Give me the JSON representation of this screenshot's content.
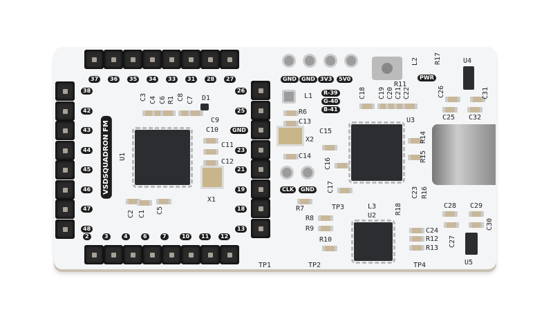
{
  "board_name": "VSDSQUADRON FM",
  "header_top": [
    "37",
    "36",
    "35",
    "34",
    "33",
    "31",
    "28",
    "27"
  ],
  "header_left": [
    "38",
    "42",
    "43",
    "44",
    "45",
    "46",
    "47",
    "48"
  ],
  "header_right": [
    "26",
    "25",
    "GND",
    "23",
    "21",
    "19",
    "18",
    "13"
  ],
  "header_bottom": [
    "2",
    "3",
    "4",
    "6",
    "7",
    "10",
    "11",
    "12"
  ],
  "power_pads": [
    "GND",
    "GND",
    "3V3",
    "5V0"
  ],
  "pwr_label": "PWR",
  "rgb_labels": [
    "R-39",
    "G-40",
    "B-41"
  ],
  "clk_pads": [
    "CLK",
    "GND"
  ],
  "silkscreen": [
    "U1",
    "X1",
    "D1",
    "C1",
    "C2",
    "C3",
    "C4",
    "C5",
    "C6",
    "C7",
    "C8",
    "C9",
    "C10",
    "C11",
    "C12",
    "R1",
    "L1",
    "R6",
    "C13",
    "X2",
    "C14",
    "C15",
    "C16",
    "C17",
    "C18",
    "C19",
    "C20",
    "C21",
    "C22",
    "U3",
    "R14",
    "R15",
    "R16",
    "C23",
    "R17",
    "L2",
    "R11",
    "U4",
    "C26",
    "C31",
    "C25",
    "C32",
    "R7",
    "TP3",
    "L3",
    "R18",
    "U2",
    "R8",
    "R9",
    "R10",
    "C24",
    "R12",
    "R13",
    "C27",
    "C28",
    "C29",
    "C30",
    "U5",
    "TP1",
    "TP2",
    "TP4"
  ],
  "colors": {
    "board": "#f4f5f7",
    "header": "#2a2a2a",
    "chip": "#2b2d31"
  }
}
